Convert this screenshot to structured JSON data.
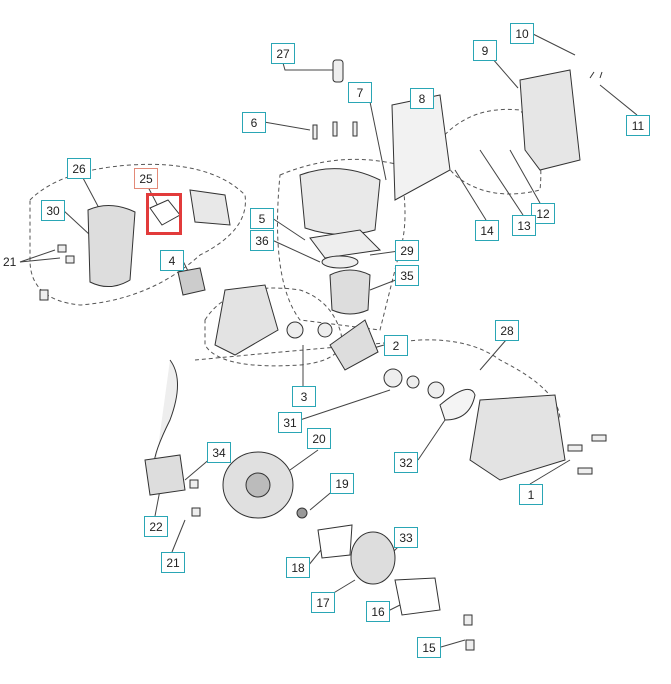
{
  "diagram": {
    "title_visible": false,
    "highlighted_part": "25",
    "colors": {
      "callout_border": "#2aa6b5",
      "selected_callout_border": "#e38a78",
      "highlight": "#e23b3b"
    },
    "callouts": [
      "27",
      "10",
      "9",
      "7",
      "8",
      "6",
      "11",
      "26",
      "25",
      "30",
      "12",
      "13",
      "14",
      "5",
      "36",
      "29",
      "35",
      "21",
      "4",
      "28",
      "2",
      "3",
      "31",
      "32",
      "34",
      "20",
      "1",
      "19",
      "22",
      "21",
      "33",
      "18",
      "17",
      "16",
      "15"
    ]
  }
}
